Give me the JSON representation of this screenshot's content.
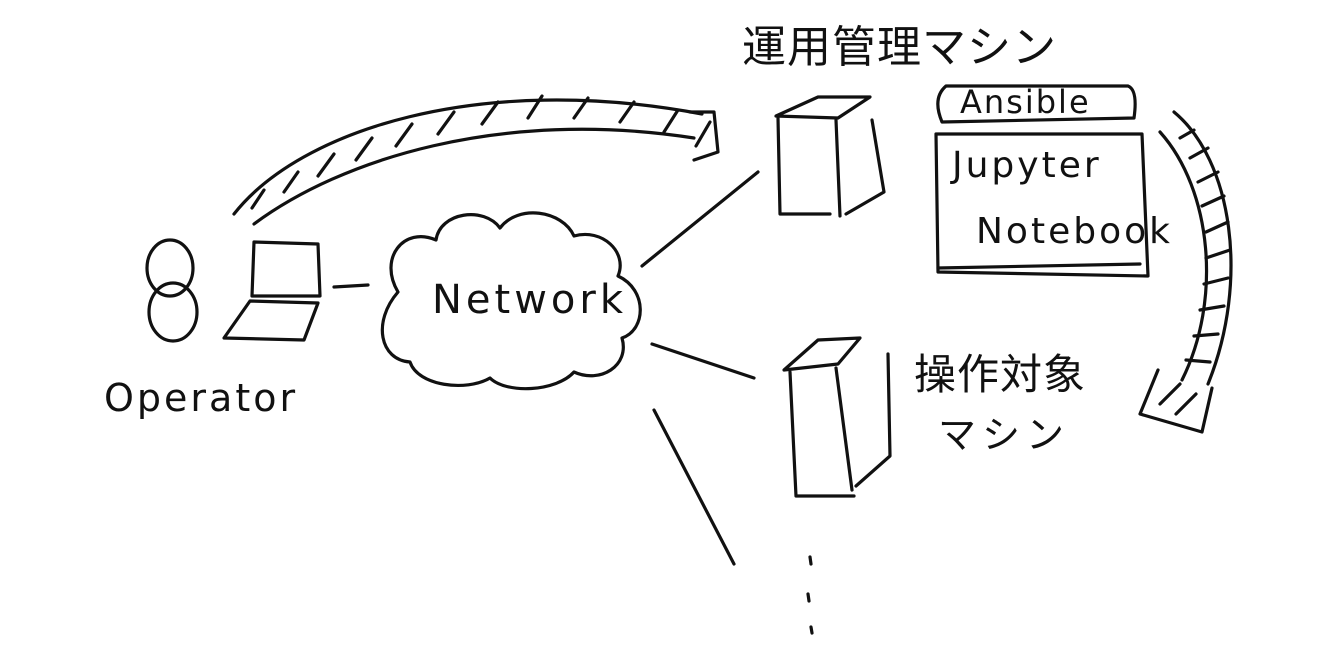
{
  "operator_label": "Operator",
  "network_label": "Network",
  "management_machine_label": "運用管理マシン",
  "target_machine_label_line1": "操作対象",
  "target_machine_label_line2": "マシン",
  "ansible_label": "Ansible",
  "jupyter_label_line1": "Jupyter",
  "jupyter_label_line2": "Notebook"
}
